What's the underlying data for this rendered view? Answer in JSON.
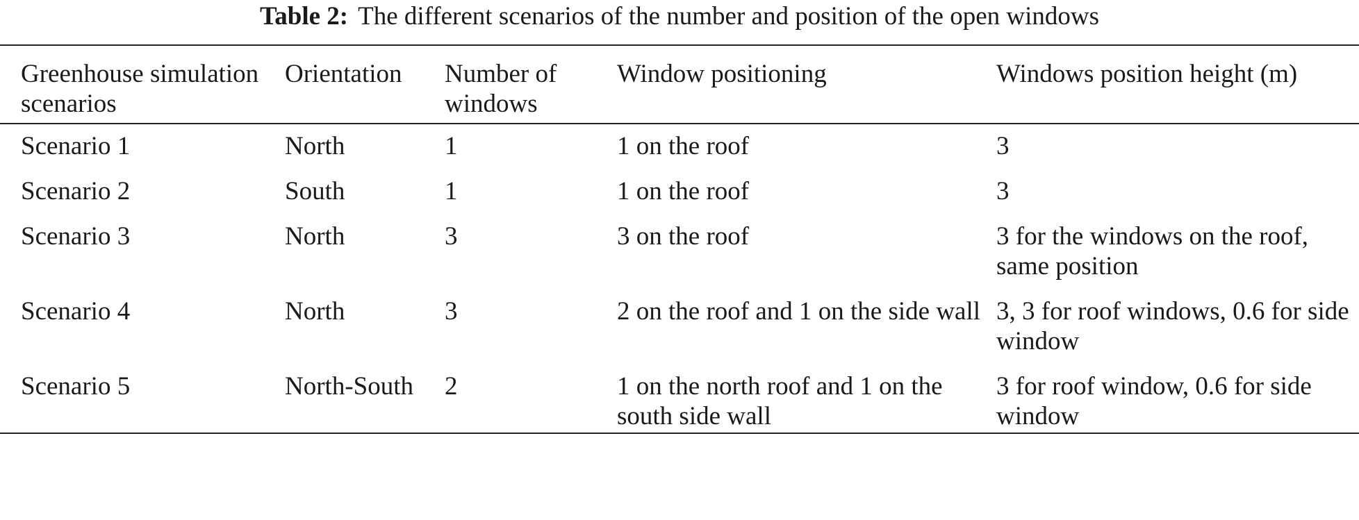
{
  "caption": {
    "label": "Table 2:",
    "text": "The different scenarios of the number and position of the open windows"
  },
  "table": {
    "headers": [
      "Greenhouse simulation scenarios",
      "Orientation",
      "Number of windows",
      "Window positioning",
      "Windows position height (m)"
    ],
    "rows": [
      [
        "Scenario 1",
        "North",
        "1",
        "1 on the roof",
        "3"
      ],
      [
        "Scenario 2",
        "South",
        "1",
        "1 on the roof",
        "3"
      ],
      [
        "Scenario 3",
        "North",
        "3",
        "3 on the roof",
        "3 for the windows on the roof, same position"
      ],
      [
        "Scenario 4",
        "North",
        "3",
        "2 on the roof and 1 on the side wall",
        "3, 3 for roof windows, 0.6 for side window"
      ],
      [
        "Scenario 5",
        "North-South",
        "2",
        "1 on the north roof and 1 on the south side wall",
        "3 for roof window, 0.6 for side window"
      ]
    ]
  }
}
